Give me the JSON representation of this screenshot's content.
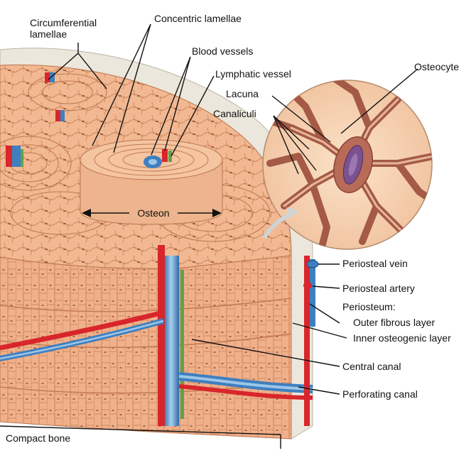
{
  "labels": {
    "circumferential_lamellae": [
      "Circumferential",
      "lamellae"
    ],
    "concentric_lamellae": "Concentric lamellae",
    "blood_vessels": "Blood vessels",
    "lymphatic_vessel": "Lymphatic vessel",
    "osteocyte": "Osteocyte",
    "lacuna": "Lacuna",
    "canaliculi": "Canaliculi",
    "osteon": "Osteon",
    "periosteal_vein": "Periosteal vein",
    "periosteal_artery": "Periosteal artery",
    "periosteum": "Periosteum:",
    "outer_fibrous_layer": "Outer fibrous layer",
    "inner_osteogenic_layer": "Inner osteogenic layer",
    "central_canal": "Central canal",
    "perforating_canal": "Perforating canal",
    "compact_bone": "Compact bone"
  },
  "colors": {
    "bone": "#f2b891",
    "bone_dark": "#d98e62",
    "bone_light": "#f8cfae",
    "cell_line": "#c07a52",
    "artery": "#d8262b",
    "vein": "#3e7fc0",
    "vein_light": "#9cc6e8",
    "lymph": "#5fa34a",
    "periosteum": "#e7e3d8",
    "canaliculi": "#a45a46",
    "osteocyte": "#7c5190"
  }
}
